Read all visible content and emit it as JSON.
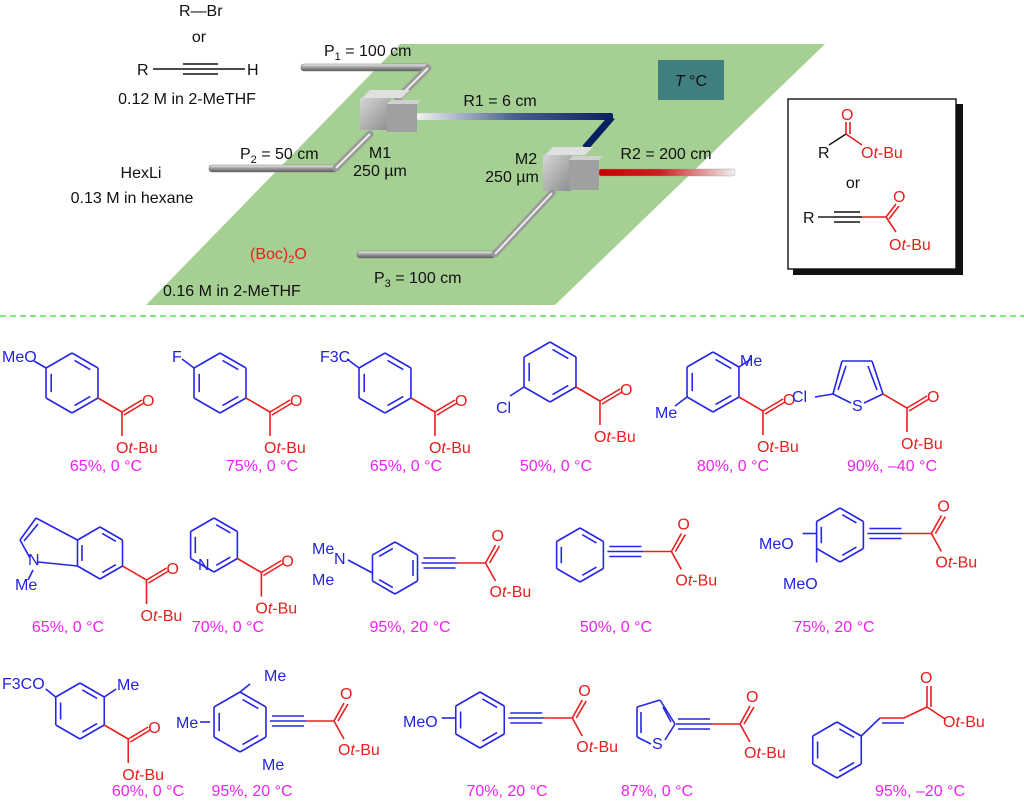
{
  "scheme": {
    "reagents": {
      "substrate_line1": "R—Br",
      "or": "or",
      "substrate_line2_R": "R",
      "substrate_line2_H": "H",
      "substrate_conc": "0.12 M in 2-MeTHF",
      "base": "HexLi",
      "base_conc": "0.13 M in hexane",
      "electrophile_main": "(Boc)",
      "electrophile_sub": "2",
      "electrophile_end": "O",
      "electrophile_conc": "0.16 M  in 2-MeTHF"
    },
    "reactor": {
      "p1_label": "P",
      "p1_sub": "1",
      "p1_value": " = 100 cm",
      "p2_label": "P",
      "p2_sub": "2",
      "p2_value": " = 50 cm",
      "p3_label": "P",
      "p3_sub": "3",
      "p3_value": " = 100 cm",
      "r1_label": "R1 = 6 cm",
      "r2_label": "R2 = 200 cm",
      "m1_label": "M1",
      "m1_size": "250 µm",
      "m2_label": "M2",
      "m2_size": "250 µm",
      "temp_italic": "T",
      "temp_unit": " °C"
    },
    "product_box": {
      "R": "R",
      "O": "O",
      "Otbu_O": "O",
      "Otbu_t": "t",
      "Otbu_rest": "-Bu",
      "or": "or"
    },
    "colors": {
      "plate": "#a6cf93",
      "temp_box": "#3f7f7f",
      "substituent": "#2626e6",
      "ester": "#e8201e",
      "yield": "#ee22ee",
      "divider": "#33dd33"
    }
  },
  "products": [
    {
      "id": 1,
      "substituent": "4-MeO-phenyl",
      "type": "benzoate",
      "labels": [
        "MeO"
      ],
      "caption": "65%, 0 °C"
    },
    {
      "id": 2,
      "substituent": "4-F-phenyl",
      "type": "benzoate",
      "labels": [
        "F"
      ],
      "caption": "75%, 0 °C"
    },
    {
      "id": 3,
      "substituent": "4-CF3-phenyl",
      "type": "benzoate",
      "labels": [
        "F3C"
      ],
      "caption": "65%, 0 °C"
    },
    {
      "id": 4,
      "substituent": "3-Cl-phenyl",
      "type": "benzoate",
      "labels": [
        "Cl"
      ],
      "caption": "50%, 0 °C"
    },
    {
      "id": 5,
      "substituent": "2,5-diMe-phenyl",
      "type": "benzoate",
      "labels": [
        "Me",
        "Me"
      ],
      "caption": "80%, 0 °C"
    },
    {
      "id": 6,
      "substituent": "5-Cl-thiophen-2-yl",
      "type": "ester",
      "labels": [
        "Cl",
        "S"
      ],
      "caption": "90%, –40 °C"
    },
    {
      "id": 7,
      "substituent": "1-Me-indol-6-yl",
      "type": "ester",
      "labels": [
        "N",
        "Me"
      ],
      "caption": "65%, 0 °C"
    },
    {
      "id": 8,
      "substituent": "pyridin-2-yl",
      "type": "ester",
      "labels": [
        "N"
      ],
      "caption": "70%, 0 °C"
    },
    {
      "id": 9,
      "substituent": "4-NMe2-phenyl",
      "type": "propiolate",
      "labels": [
        "Me",
        "N",
        "Me"
      ],
      "caption": "95%, 20 °C"
    },
    {
      "id": 10,
      "substituent": "phenyl",
      "type": "propiolate",
      "labels": [],
      "caption": "50%, 0 °C"
    },
    {
      "id": 11,
      "substituent": "3,4-diMeO-phenyl",
      "type": "propiolate",
      "labels": [
        "MeO",
        "MeO"
      ],
      "caption": "75%, 20 °C"
    },
    {
      "id": 12,
      "substituent": "4-OCF3-2-Me-phenyl",
      "type": "benzoate",
      "labels": [
        "F3CO",
        "Me"
      ],
      "caption": "60%, 0 °C"
    },
    {
      "id": 13,
      "substituent": "mesityl",
      "type": "propiolate",
      "labels": [
        "Me",
        "Me",
        "Me"
      ],
      "caption": "95%, 20 °C"
    },
    {
      "id": 14,
      "substituent": "4-MeO-phenyl",
      "type": "propiolate",
      "labels": [
        "MeO"
      ],
      "caption": "70%, 20 °C"
    },
    {
      "id": 15,
      "substituent": "thiophen-2-yl",
      "type": "propiolate",
      "labels": [
        "S"
      ],
      "caption": "87%, 0 °C"
    },
    {
      "id": 16,
      "substituent": "styryl",
      "type": "cinnamate",
      "labels": [],
      "caption": "95%, –20 °C"
    }
  ],
  "ester_group": {
    "O": "O",
    "Ot": "t",
    "Bu": "-Bu"
  }
}
